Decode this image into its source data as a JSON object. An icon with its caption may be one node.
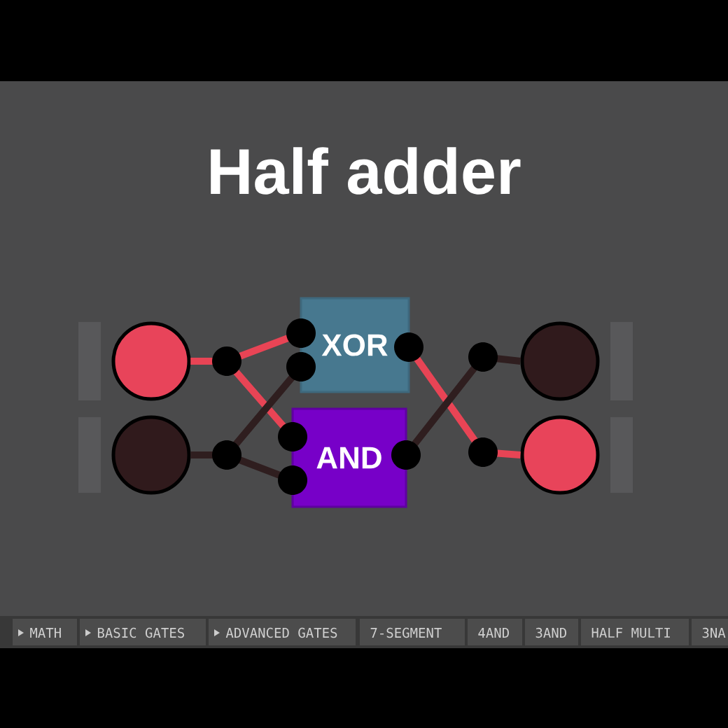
{
  "diagram": {
    "title": "Half adder",
    "nodes": [
      {
        "text": [],
        "shape": "circle"
      },
      {
        "text": [],
        "shape": "circle"
      },
      {
        "text": [
          "XOR"
        ]
      },
      {
        "text": [
          "AND"
        ]
      },
      {
        "text": [],
        "shape": "circle"
      },
      {
        "text": [],
        "shape": "circle"
      }
    ],
    "edges": [
      {
        "from": 0,
        "to": 2,
        "arrow": "none",
        "color": "#e84455"
      },
      {
        "from": 0,
        "to": 3,
        "arrow": "none",
        "color": "#e84455"
      },
      {
        "from": 1,
        "to": 2,
        "arrow": "none",
        "color": "#2f1e1f"
      },
      {
        "from": 1,
        "to": 3,
        "arrow": "none",
        "color": "#2f1e1f"
      },
      {
        "from": 2,
        "to": 5,
        "arrow": "none",
        "color": "#e84455"
      },
      {
        "from": 3,
        "to": 4,
        "arrow": "none",
        "color": "#2f1e1f"
      }
    ],
    "labels": [
      "MATH",
      "BASIC GATES",
      "ADVANCED GATES",
      "7-SEGMENT",
      "4AND",
      "3AND",
      "HALF MULTI",
      "3NA"
    ]
  }
}
